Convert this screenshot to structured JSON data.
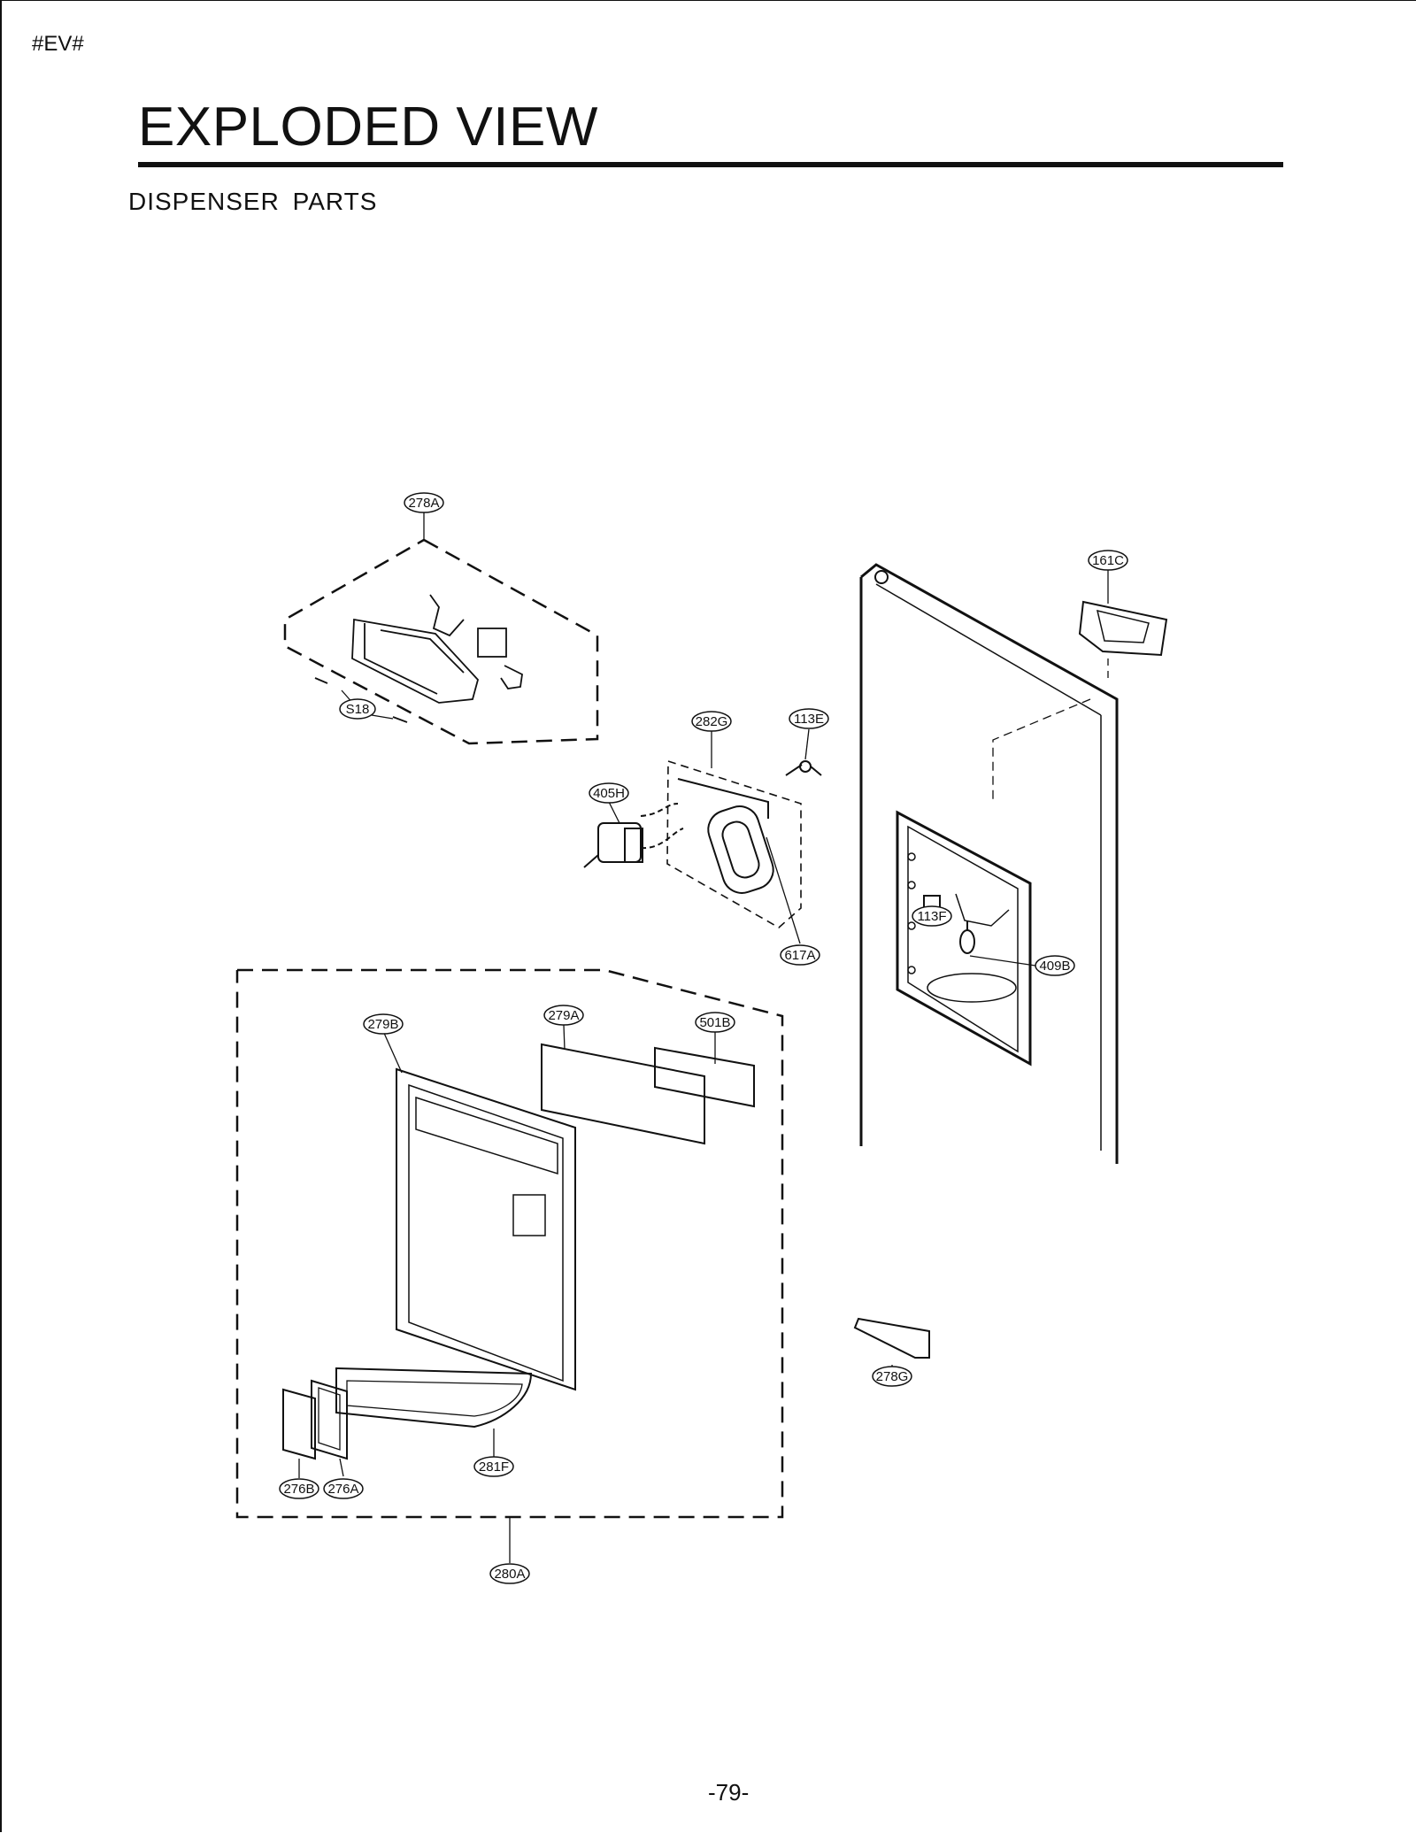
{
  "header": {
    "code": "#EV#",
    "title": "EXPLODED VIEW",
    "subtitle": "DISPENSER  PARTS"
  },
  "page_number": "-79-",
  "callouts": [
    "278A",
    "S18",
    "161C",
    "282G",
    "113E",
    "405H",
    "113F",
    "617A",
    "409B",
    "279B",
    "279A",
    "501B",
    "278G",
    "281F",
    "276B",
    "276A",
    "280A"
  ]
}
